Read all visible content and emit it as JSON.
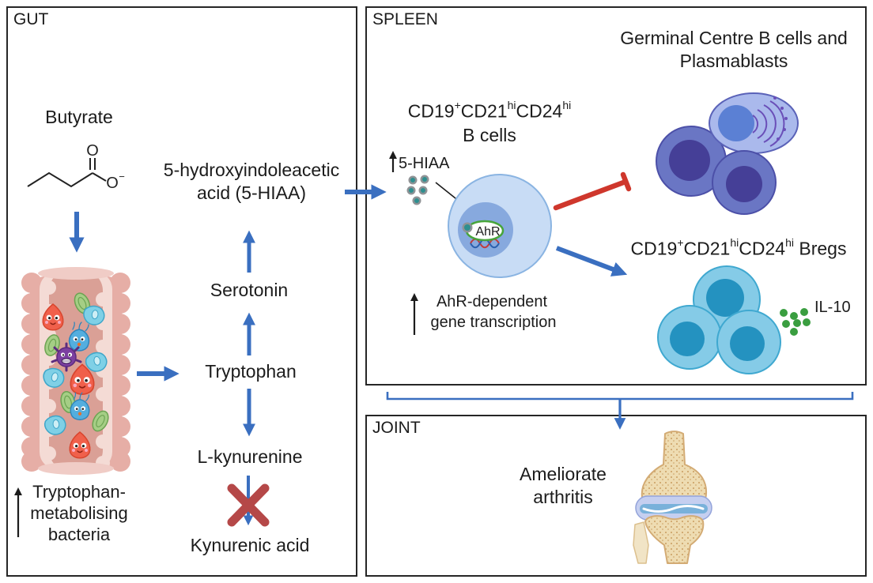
{
  "panels": {
    "gut": {
      "title": "GUT",
      "butyrate_label": "Butyrate",
      "structure": {
        "o": "O",
        "o2": "O",
        "minus": "−"
      },
      "hiaa_line1": "5-hydroxyindoleacetic",
      "hiaa_line2": "acid (5-HIAA)",
      "serotonin": "Serotonin",
      "tryptophan": "Tryptophan",
      "l_kynurenine": "L-kynurenine",
      "kynurenic_acid": "Kynurenic acid",
      "bacteria_line1": "Tryptophan-",
      "bacteria_line2": "metabolising",
      "bacteria_line3": "bacteria"
    },
    "spleen": {
      "title": "SPLEEN",
      "gc_line1": "Germinal Centre B cells and",
      "gc_line2": "Plasmablasts",
      "bcell": {
        "cd19": "CD19",
        "plus": "+",
        "cd21": "CD21",
        "hi1": "hi",
        "cd24": "CD24",
        "hi2": "hi",
        "suffix": "B cells"
      },
      "hiaa_increase": "5-HIAA",
      "ahr_label": "AhR",
      "ahr_line1": "AhR-dependent",
      "ahr_line2": "gene transcription",
      "bregs": {
        "cd19": "CD19",
        "plus": "+",
        "cd21": "CD21",
        "hi1": "hi",
        "cd24": "CD24",
        "hi2": "hi",
        "suffix": "Bregs"
      },
      "il10": "IL-10"
    },
    "joint": {
      "title": "JOINT",
      "line1": "Ameliorate",
      "line2": "arthritis"
    }
  },
  "colors": {
    "arrow_blue": "#3a6fc0",
    "inhibit_red": "#cf372c",
    "block_red": "#b54848",
    "increase_black": "#1c1c1c",
    "ahr_green": "#47a53b",
    "il10_green": "#3a9e40",
    "hiaa_teal": "#2e8f8f",
    "breg_cell_blue": "#85cbe7",
    "gc_cell_purple": "#6a76c4",
    "bone_tan": "#eedcb2",
    "gut_pink": "#e6aea6"
  }
}
